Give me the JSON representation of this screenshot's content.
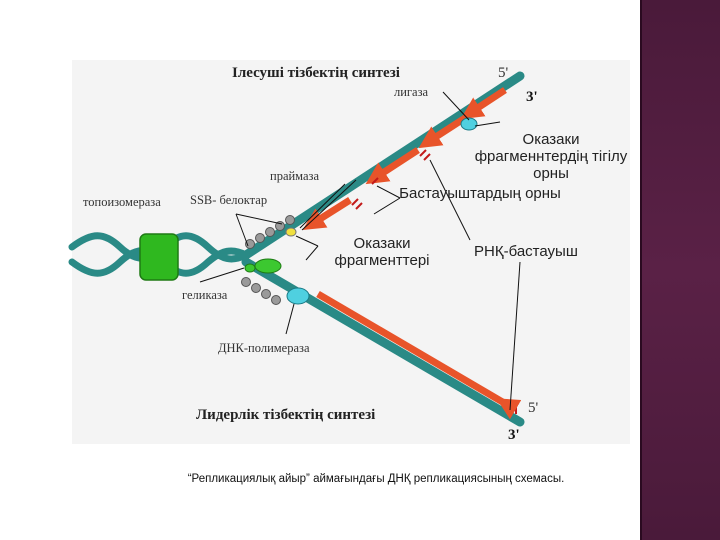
{
  "diagram": {
    "lagging_title": "Ілесуші тізбектің синтезі",
    "leading_title": "Лидерлік тізбектің синтезі",
    "five_prime": "5'",
    "three_prime": "3'",
    "labels": {
      "ligase": "лигаза",
      "primase": "праймаза",
      "topoisomerase": "топоизомераза",
      "ssb": "SSB- белоктар",
      "helicase": "геликаза",
      "dna_polymerase": "ДНК-полимераза",
      "okazaki_joining_site": "Оказаки фрагменнтердің тігілу орны",
      "primer_site": "Бастауыштардың орны",
      "okazaki_fragments": "Оказаки фрагменттері",
      "rna_primer": "РНҚ-бастауыш"
    },
    "colors": {
      "dna_strand": "#2a8a86",
      "new_strand": "#e8542a",
      "topoisomerase": "#2fb81f",
      "ligase": "#4fd0e0",
      "background_band": "#4a1a3a"
    }
  },
  "caption": "“Репликациялық айыр” аймағындағы ДНҚ репликациясының схемасы."
}
